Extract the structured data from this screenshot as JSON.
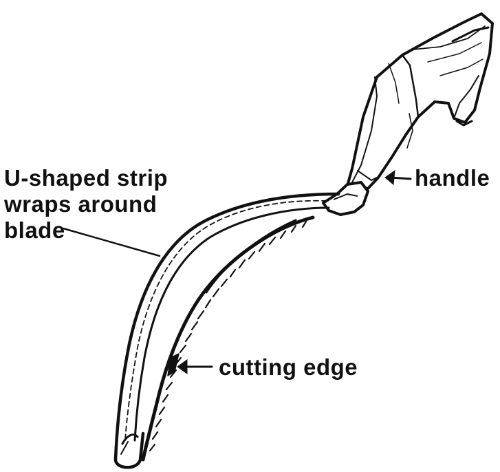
{
  "labels": {
    "strip_line1": "U-shaped strip",
    "strip_line2": "wraps around",
    "strip_line3": "blade",
    "handle": "handle",
    "cutting_edge": "cutting edge"
  },
  "colors": {
    "ink": "#111111",
    "background": "#ffffff"
  }
}
